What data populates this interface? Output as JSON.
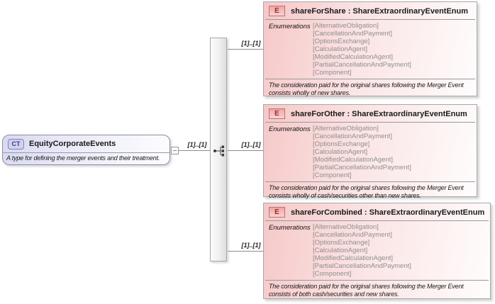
{
  "complex_type": {
    "badge": "CT",
    "title": "EquityCorporateEvents",
    "description": "A type for defining the merger events and their treatment."
  },
  "connector": {
    "cardinality": "[1]..[1]"
  },
  "icons": {
    "sequence_icon": "sequence-compositor-dots",
    "expand_handle_icon": "minus-dash"
  },
  "elements": [
    {
      "badge": "E",
      "title": "shareForShare : ShareExtraordinaryEventEnum",
      "cardinality": "[1]..[1]",
      "enumerations_label": "Enumerations",
      "enumerations": [
        "[AlternativeObligation]",
        "[CancellationAndPayment]",
        "[OptionsExchange]",
        "[CalculationAgent]",
        "[ModifiedCalculationAgent]",
        "[PartialCancellationAndPayment]",
        "[Component]"
      ],
      "description": "The consideration paid for the original shares following the Merger Event consists wholly of new shares."
    },
    {
      "badge": "E",
      "title": "shareForOther : ShareExtraordinaryEventEnum",
      "cardinality": "[1]..[1]",
      "enumerations_label": "Enumerations",
      "enumerations": [
        "[AlternativeObligation]",
        "[CancellationAndPayment]",
        "[OptionsExchange]",
        "[CalculationAgent]",
        "[ModifiedCalculationAgent]",
        "[PartialCancellationAndPayment]",
        "[Component]"
      ],
      "description": "The consideration paid for the original shares following the Merger Event consists wholly of cash/securities other than new shares."
    },
    {
      "badge": "E",
      "title": "shareForCombined : ShareExtraordinaryEventEnum",
      "cardinality": "[1]..[1]",
      "enumerations_label": "Enumerations",
      "enumerations": [
        "[AlternativeObligation]",
        "[CancellationAndPayment]",
        "[OptionsExchange]",
        "[CalculationAgent]",
        "[ModifiedCalculationAgent]",
        "[PartialCancellationAndPayment]",
        "[Component]"
      ],
      "description": "The consideration paid for the original shares following the Merger Event consists of both cash/securities and new shares."
    }
  ],
  "colors": {
    "element_box_fill_start": "#f6c8c8",
    "element_box_fill_end": "#fffdfd",
    "complex_type_fill_start": "#d9d9f2",
    "complex_type_fill_end": "#fdfdff",
    "box_border": "#a8a8a8",
    "enum_text": "#8f8f8f",
    "element_badge_text": "#a02828",
    "complex_type_badge_text": "#3a3a8c",
    "connector_line": "#8c8c8c"
  }
}
